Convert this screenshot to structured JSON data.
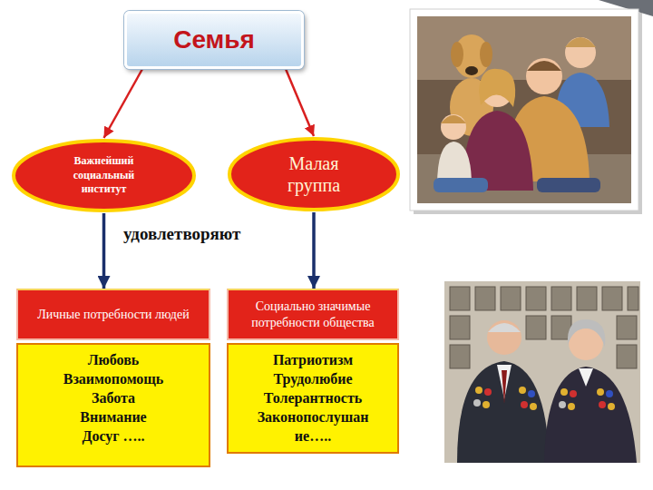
{
  "diagram": {
    "nodes": [
      {
        "text": [
          "Семья"
        ]
      },
      {
        "text": [
          "Важнейший социальный институт"
        ]
      },
      {
        "text": [
          "Малая группа"
        ]
      },
      {
        "text": [
          "Личные потребности людей"
        ]
      },
      {
        "text": [
          "Социально значимые потребности общества"
        ]
      },
      {
        "text": [
          "Любовь Взаимопомощь Забота Внимание Досуг ….."
        ]
      },
      {
        "text": [
          "Патриотизм Трудолюбие Толерантность Законопослушан ие….."
        ]
      }
    ],
    "edges": [
      {
        "from": 0,
        "to": 1,
        "arrow": "to"
      },
      {
        "from": 0,
        "to": 2,
        "arrow": "to"
      },
      {
        "from": 1,
        "to": 3,
        "arrow": "to"
      },
      {
        "from": 2,
        "to": 4,
        "arrow": "to"
      }
    ],
    "labels": [
      "удовлетворяют"
    ]
  }
}
